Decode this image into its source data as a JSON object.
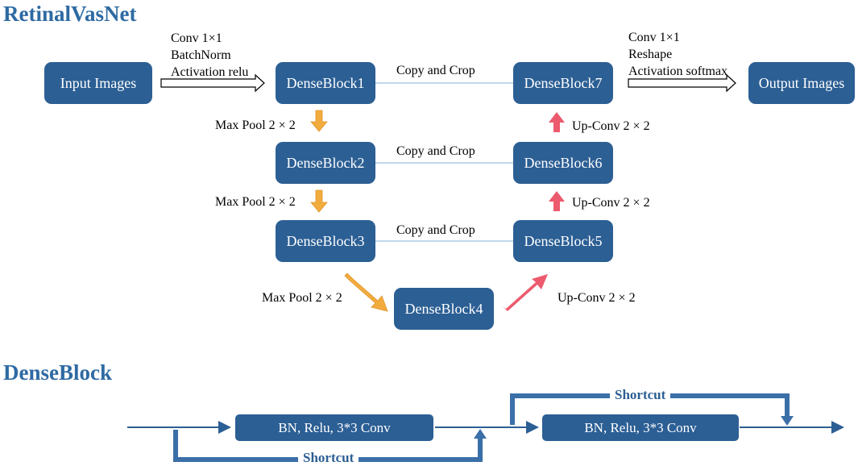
{
  "titles": {
    "main": "RetinalVasNet",
    "dense": "DenseBlock"
  },
  "boxes": {
    "input": "Input Images",
    "db1": "DenseBlock1",
    "db2": "DenseBlock2",
    "db3": "DenseBlock3",
    "db4": "DenseBlock4",
    "db5": "DenseBlock5",
    "db6": "DenseBlock6",
    "db7": "DenseBlock7",
    "output": "Output Images"
  },
  "labels": {
    "in_ops": [
      "Conv 1×1",
      "BatchNorm",
      "Activation relu"
    ],
    "out_ops": [
      "Conv 1×1",
      "Reshape",
      "Activation softmax"
    ],
    "copy_crop_1": "Copy and Crop",
    "copy_crop_2": "Copy and Crop",
    "copy_crop_3": "Copy and Crop",
    "maxpool_1": "Max Pool 2 × 2",
    "maxpool_2": "Max Pool 2 × 2",
    "maxpool_3": "Max Pool 2 × 2",
    "upconv_1": "Up-Conv 2 × 2",
    "upconv_2": "Up-Conv 2 × 2",
    "upconv_3": "Up-Conv 2 × 2"
  },
  "dense_block": {
    "layer1": "BN, Relu, 3*3 Conv",
    "layer2": "BN, Relu, 3*3 Conv",
    "shortcut_top": "Shortcut",
    "shortcut_bottom": "Shortcut"
  },
  "colors": {
    "box": "#2c5f94",
    "title": "#2e6aa3",
    "pool_arrow": "#f2ac3e",
    "up_arrow": "#ec5a6e",
    "skip_line": "#9cc0e0",
    "shortcut": "#3a6fa8"
  }
}
